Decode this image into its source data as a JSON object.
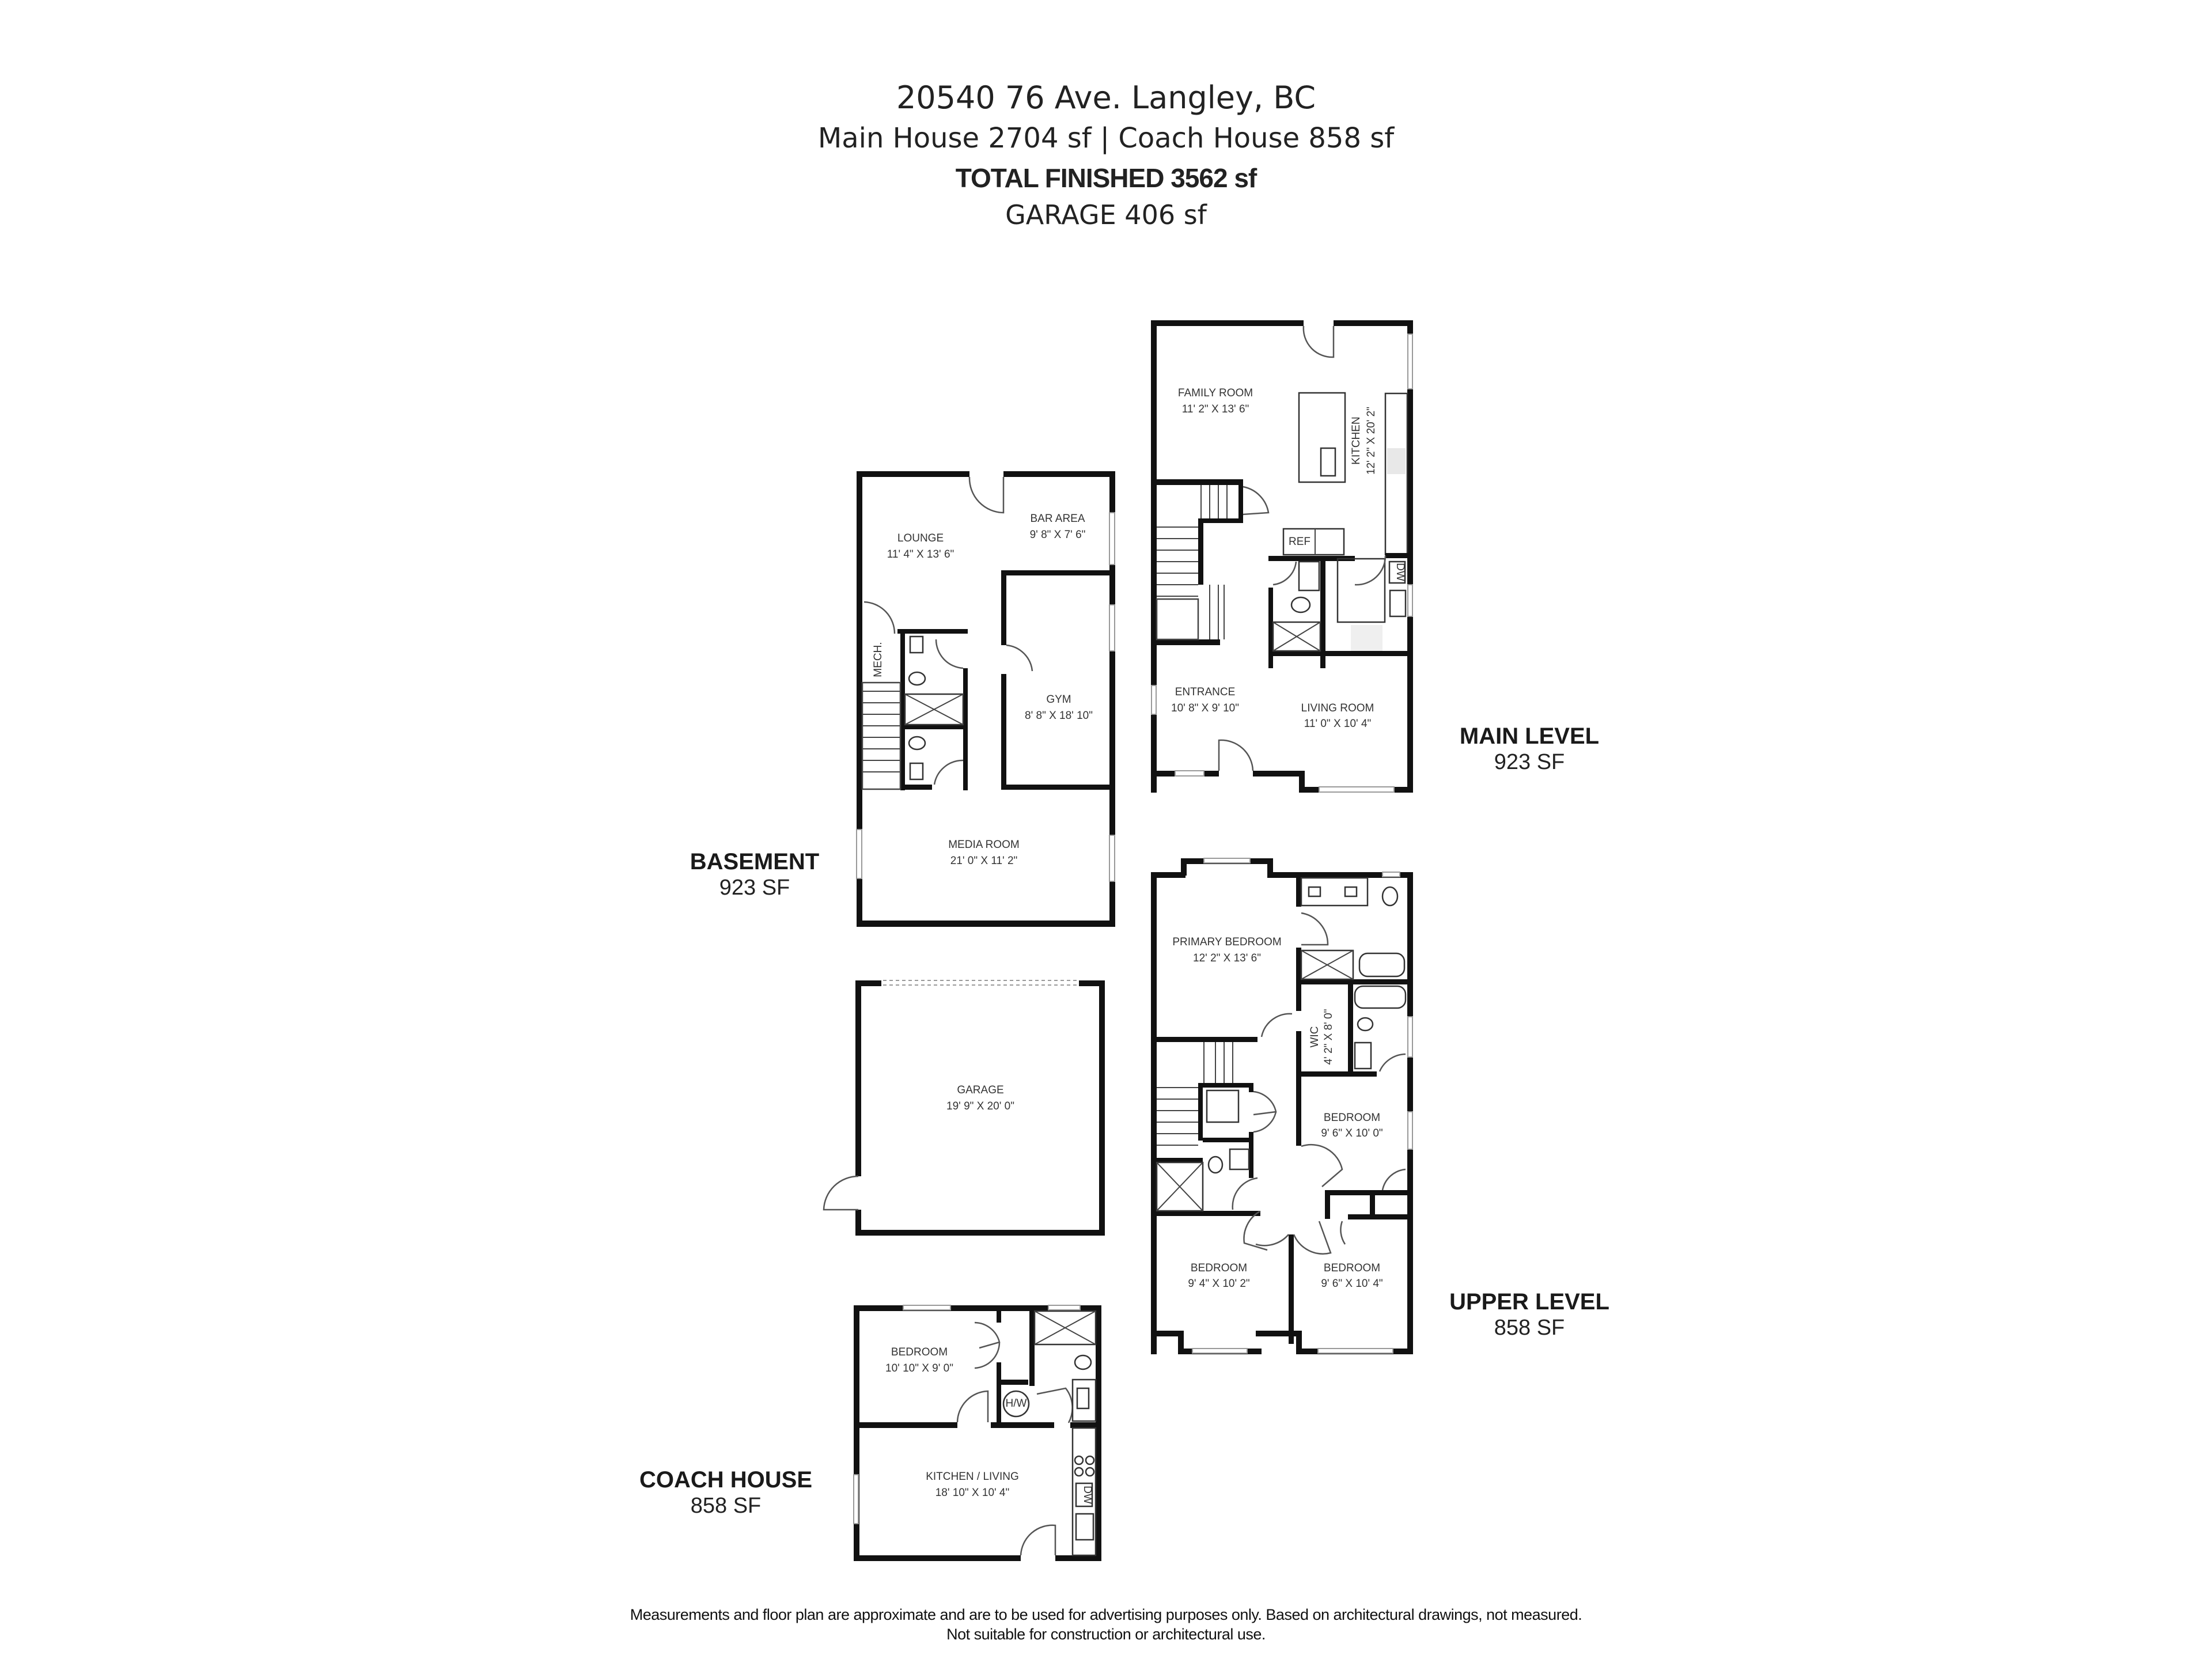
{
  "header": {
    "address": "20540 76 Ave. Langley, BC",
    "summary": "Main House 2704 sf  |  Coach House 858 sf",
    "total": "TOTAL FINISHED 3562 sf",
    "garage": "GARAGE  406 sf"
  },
  "levels": {
    "basement": {
      "title": "BASEMENT",
      "area": "923 SF",
      "rooms": {
        "lounge": {
          "name": "LOUNGE",
          "dims": "11' 4\" X 13' 6\""
        },
        "bar": {
          "name": "BAR AREA",
          "dims": "9' 8\" X 7' 6\""
        },
        "mech": {
          "name": "MECH."
        },
        "gym": {
          "name": "GYM",
          "dims": "8' 8\" X 18' 10\""
        },
        "media": {
          "name": "MEDIA ROOM",
          "dims": "21' 0\" X 11' 2\""
        }
      }
    },
    "main": {
      "title": "MAIN LEVEL",
      "area": "923 SF",
      "rooms": {
        "family": {
          "name": "FAMILY ROOM",
          "dims": "11' 2\" X 13' 6\""
        },
        "kitchen": {
          "name": "KITCHEN",
          "dims": "12' 2\" X 20' 2\""
        },
        "ref": {
          "name": "REF"
        },
        "dw": {
          "name": "DW"
        },
        "entrance": {
          "name": "ENTRANCE",
          "dims": "10' 8\" X 9' 10\""
        },
        "living": {
          "name": "LIVING ROOM",
          "dims": "11' 0\" X 10' 4\""
        }
      }
    },
    "upper": {
      "title": "UPPER LEVEL",
      "area": "858 SF",
      "rooms": {
        "primary": {
          "name": "PRIMARY BEDROOM",
          "dims": "12' 2\" X 13' 6\""
        },
        "wic": {
          "name": "WIC",
          "dims": "4' 2\" X 8' 0\""
        },
        "bed2": {
          "name": "BEDROOM",
          "dims": "9' 6\" X 10' 0\""
        },
        "bed3": {
          "name": "BEDROOM",
          "dims": "9' 4\" X 10' 2\""
        },
        "bed4": {
          "name": "BEDROOM",
          "dims": "9' 6\" X 10' 4\""
        }
      }
    },
    "garage": {
      "rooms": {
        "garage": {
          "name": "GARAGE",
          "dims": "19' 9\" X 20' 0\""
        }
      }
    },
    "coach": {
      "title": "COACH HOUSE",
      "area": "858 SF",
      "rooms": {
        "bedroom": {
          "name": "BEDROOM",
          "dims": "10' 10\" X 9' 0\""
        },
        "hw": {
          "name": "H/W"
        },
        "kitchen": {
          "name": "KITCHEN / LIVING",
          "dims": "18' 10\" X 10' 4\""
        },
        "dw": {
          "name": "DW"
        }
      }
    }
  },
  "footer": {
    "line1": "Measurements and floor plan are approximate and are to be used for advertising purposes only. Based on architectural drawings, not measured.",
    "line2": "Not suitable for construction or architectural use."
  },
  "colors": {
    "wall": "#111111",
    "background": "#ffffff",
    "text": "#222222"
  }
}
